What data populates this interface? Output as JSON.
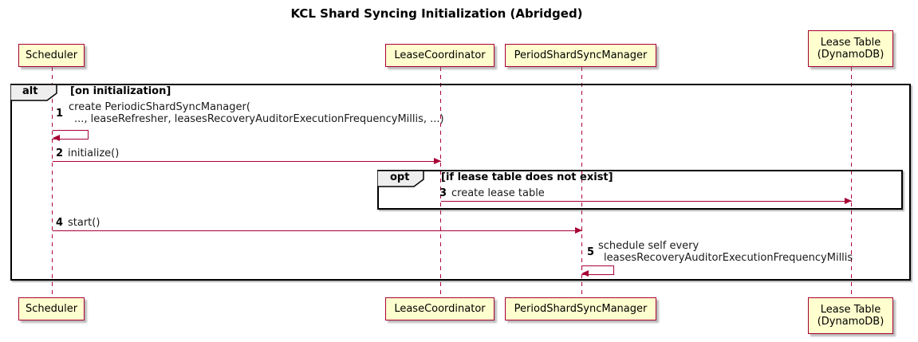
{
  "title": "KCL Shard Syncing Initialization (Abridged)",
  "participants": [
    {
      "id": "scheduler",
      "label": "Scheduler"
    },
    {
      "id": "lease-coordinator",
      "label": "LeaseCoordinator"
    },
    {
      "id": "period-shard-sync-manager",
      "label": "PeriodShardSyncManager"
    },
    {
      "id": "lease-table",
      "label": "Lease Table\n(DynamoDB)"
    }
  ],
  "frames": [
    {
      "operator": "alt",
      "guard": "[on initialization]"
    },
    {
      "operator": "opt",
      "guard": "[if lease table does not exist]"
    }
  ],
  "messages": [
    {
      "seq": "1",
      "line1": "create PeriodicShardSyncManager(",
      "line2": "..., leaseRefresher, leasesRecoveryAuditorExecutionFrequencyMillis, ...)",
      "kind": "self",
      "from": "scheduler",
      "to": "scheduler"
    },
    {
      "seq": "2",
      "text": "initialize()",
      "kind": "arrow",
      "from": "scheduler",
      "to": "lease-coordinator"
    },
    {
      "seq": "3",
      "text": "create lease table",
      "kind": "arrow",
      "from": "lease-coordinator",
      "to": "lease-table"
    },
    {
      "seq": "4",
      "text": "start()",
      "kind": "arrow",
      "from": "scheduler",
      "to": "period-shard-sync-manager"
    },
    {
      "seq": "5",
      "line1": "schedule self every",
      "line2": "leasesRecoveryAuditorExecutionFrequencyMillis",
      "kind": "self",
      "from": "period-shard-sync-manager",
      "to": "period-shard-sync-manager"
    }
  ],
  "colors": {
    "participant_fill": "#fefece",
    "participant_border": "#a80036",
    "line": "#a80036",
    "frame_border": "#000000",
    "frame_label_fill": "#eeeeee"
  }
}
